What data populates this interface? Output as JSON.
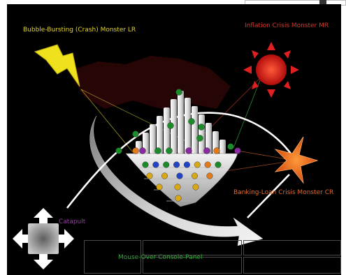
{
  "labels": {
    "bubble_monster": "Bubble-Bursting (Crash) Monster LR",
    "inflation_monster": "Inflation Crisis Monster MR",
    "banking_monster": "Banking-Loan Crisis Monster CR",
    "catapult": "Catapult",
    "console": "Mouse-Over Console-Panel"
  },
  "icons": {
    "bubble_monster": "lightning-bolt-icon",
    "inflation_monster": "sun-icon",
    "banking_monster": "star-icon",
    "catapult": "four-way-arrow-icon"
  },
  "colors": {
    "background": "#000000",
    "bubble": "#e2d430",
    "inflation": "#d33a2b",
    "banking": "#e06a2b",
    "catapult_label": "#9a3ca8",
    "console_label": "#2fae36",
    "ball_green": "#1c8c2a",
    "ball_orange": "#e07a1a",
    "ball_purple": "#8a2aa0",
    "ball_blue": "#2444c8",
    "ball_gold": "#d8a818"
  },
  "pyramid_balls": [
    [
      "green"
    ],
    [
      "green"
    ],
    [
      "green",
      "green"
    ],
    [
      "green",
      "green"
    ],
    [
      "orange",
      "green",
      "green",
      "purple",
      "purple",
      "orange",
      "green"
    ],
    [
      "green",
      "purple",
      "purple"
    ]
  ],
  "funnel_balls": [
    [
      "green",
      "blue",
      "green",
      "blue",
      "blue",
      "gold",
      "orange",
      "green"
    ],
    [
      "gold",
      "gold",
      "blue",
      "gold",
      "orange"
    ],
    [
      "gold",
      "gold",
      "gold"
    ],
    [
      "gold"
    ]
  ]
}
